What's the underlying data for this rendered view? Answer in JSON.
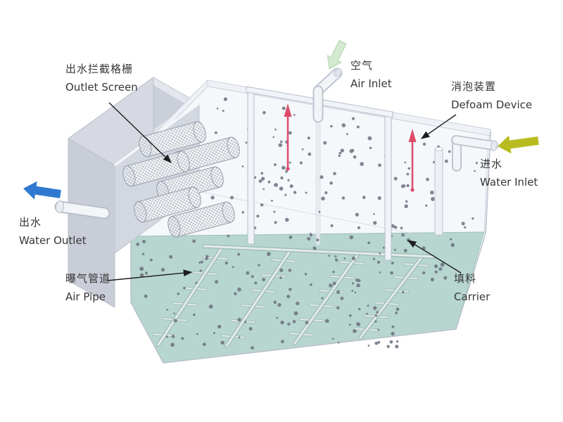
{
  "diagram": {
    "labels": {
      "outlet_screen": {
        "zh": "出水拦截格栅",
        "en": "Outlet Screen"
      },
      "air_inlet": {
        "zh": "空气",
        "en": "Air Inlet"
      },
      "defoam_device": {
        "zh": "消泡装置",
        "en": "Defoam Device"
      },
      "water_inlet": {
        "zh": "进水",
        "en": "Water Inlet"
      },
      "water_outlet": {
        "zh": "出水",
        "en": "Water Outlet"
      },
      "air_pipe": {
        "zh": "曝气管道",
        "en": "Air Pipe"
      },
      "carrier": {
        "zh": "填料",
        "en": "Carrier"
      }
    },
    "colors": {
      "water_outlet_arrow": "#2e79cf",
      "water_inlet_arrow": "#b9bc20",
      "air_inlet_arrow": "#d3ead0",
      "defoam_arrow": "#dd4b6b",
      "tank_floor": "#b7d6cf",
      "water_surface": "#f4f8fa",
      "carrier_dot": "#6b7280"
    }
  }
}
